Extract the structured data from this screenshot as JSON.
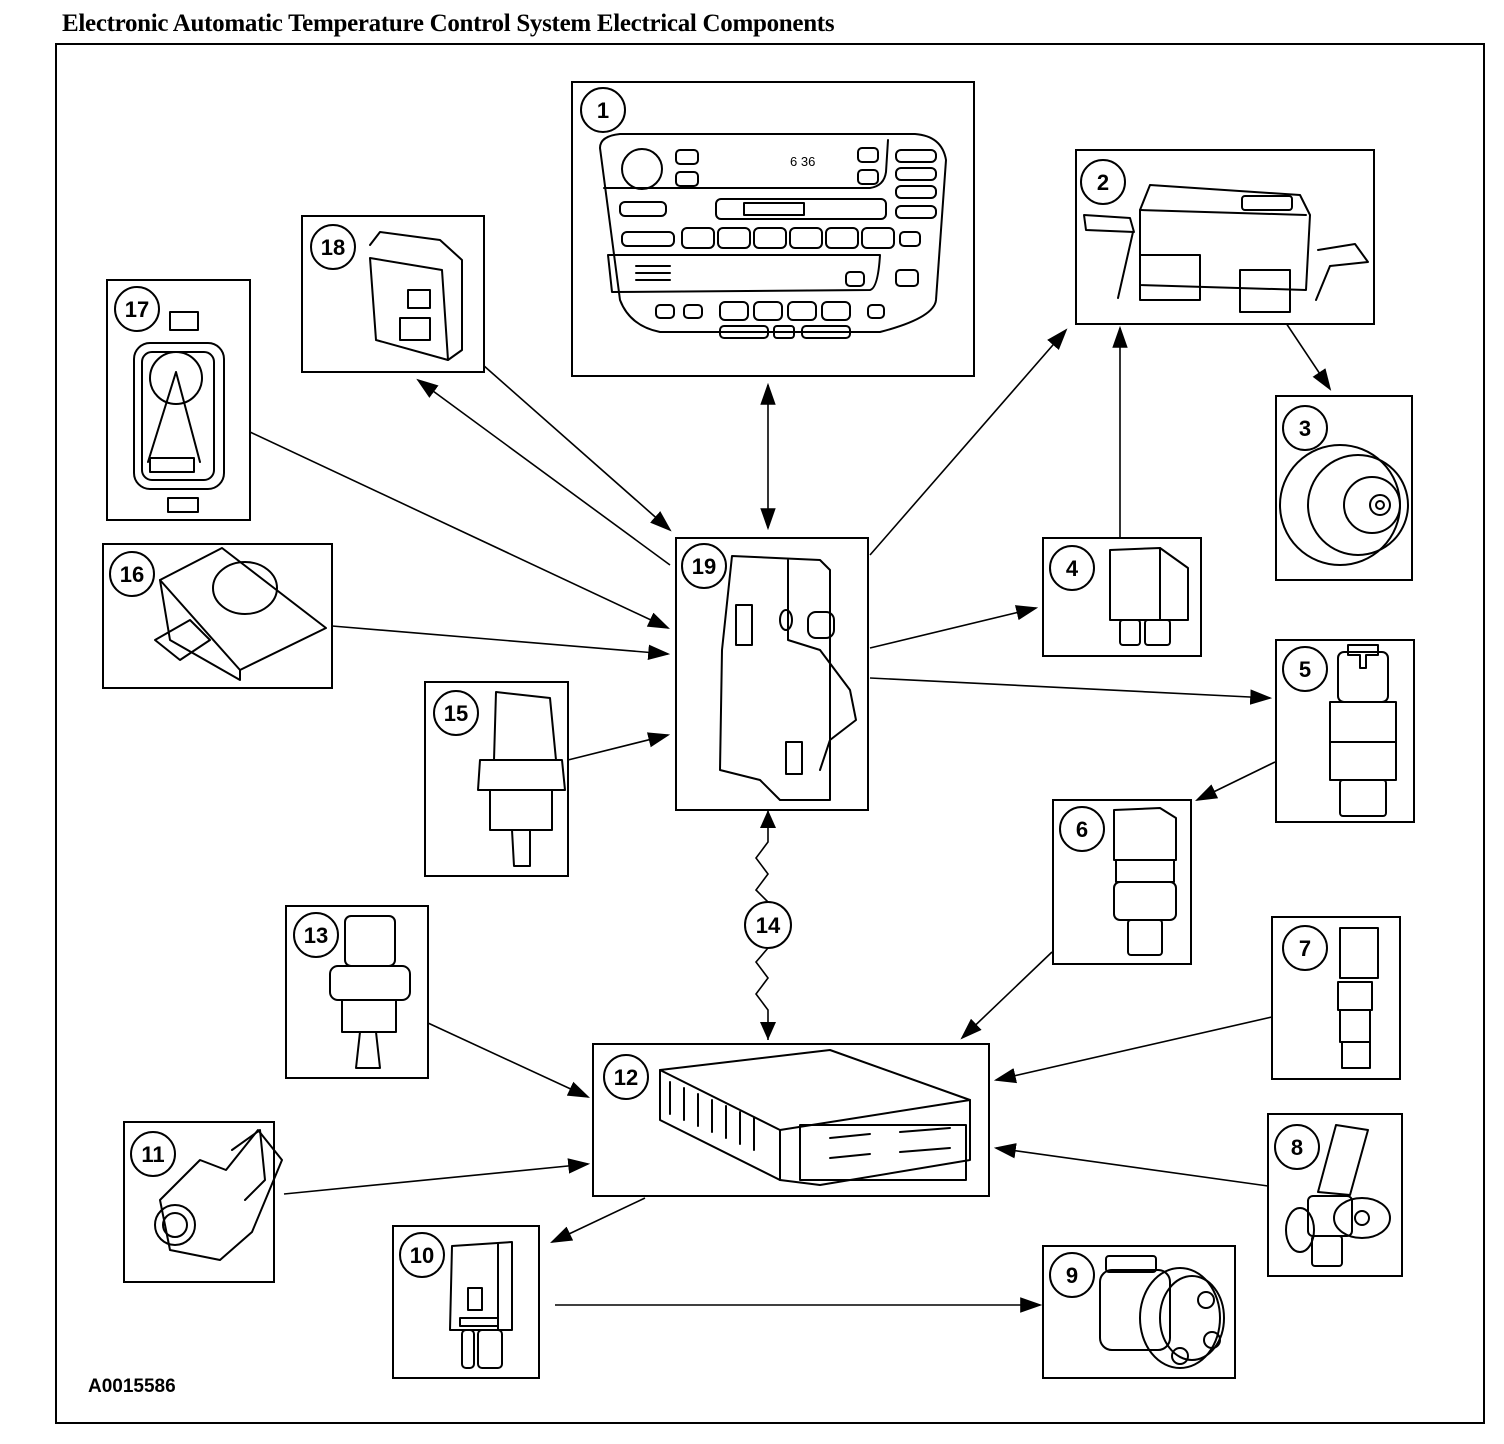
{
  "title": "Electronic Automatic Temperature Control System Electrical Components",
  "figure_id": "A0015586",
  "display_readout": "6 36",
  "components": [
    {
      "id": "1",
      "label": "1",
      "kind": "control-panel"
    },
    {
      "id": "2",
      "label": "2",
      "kind": "blower-control-module"
    },
    {
      "id": "3",
      "label": "3",
      "kind": "blower-motor"
    },
    {
      "id": "4",
      "label": "4",
      "kind": "relay"
    },
    {
      "id": "5",
      "label": "5",
      "kind": "pressure-switch"
    },
    {
      "id": "6",
      "label": "6",
      "kind": "pressure-switch"
    },
    {
      "id": "7",
      "label": "7",
      "kind": "speed-sensor"
    },
    {
      "id": "8",
      "label": "8",
      "kind": "position-sensor"
    },
    {
      "id": "9",
      "label": "9",
      "kind": "ac-compressor"
    },
    {
      "id": "10",
      "label": "10",
      "kind": "relay"
    },
    {
      "id": "11",
      "label": "11",
      "kind": "throttle-position-sensor"
    },
    {
      "id": "12",
      "label": "12",
      "kind": "powertrain-control-module"
    },
    {
      "id": "13",
      "label": "13",
      "kind": "temperature-sensor"
    },
    {
      "id": "14",
      "label": "14",
      "kind": "communication-link"
    },
    {
      "id": "15",
      "label": "15",
      "kind": "temperature-sensor"
    },
    {
      "id": "16",
      "label": "16",
      "kind": "sunload-sensor"
    },
    {
      "id": "17",
      "label": "17",
      "kind": "in-car-temperature-sensor"
    },
    {
      "id": "18",
      "label": "18",
      "kind": "actuator"
    },
    {
      "id": "19",
      "label": "19",
      "kind": "control-module"
    }
  ],
  "connections": [
    {
      "from": "19",
      "to": "1",
      "direction": "both"
    },
    {
      "from": "19",
      "to": "18",
      "direction": "both"
    },
    {
      "from": "17",
      "to": "19",
      "direction": "forward"
    },
    {
      "from": "16",
      "to": "19",
      "direction": "forward"
    },
    {
      "from": "15",
      "to": "19",
      "direction": "forward"
    },
    {
      "from": "19",
      "to": "2",
      "direction": "forward"
    },
    {
      "from": "4",
      "to": "2",
      "direction": "forward"
    },
    {
      "from": "2",
      "to": "3",
      "direction": "forward"
    },
    {
      "from": "19",
      "to": "4",
      "direction": "forward"
    },
    {
      "from": "19",
      "to": "5",
      "direction": "forward"
    },
    {
      "from": "5",
      "to": "6",
      "direction": "forward"
    },
    {
      "from": "19",
      "to": "12",
      "direction": "both",
      "via": "14"
    },
    {
      "from": "6",
      "to": "12",
      "direction": "forward"
    },
    {
      "from": "7",
      "to": "12",
      "direction": "forward"
    },
    {
      "from": "8",
      "to": "12",
      "direction": "forward"
    },
    {
      "from": "13",
      "to": "12",
      "direction": "forward"
    },
    {
      "from": "11",
      "to": "12",
      "direction": "forward"
    },
    {
      "from": "12",
      "to": "10",
      "direction": "forward"
    },
    {
      "from": "10",
      "to": "9",
      "direction": "forward"
    }
  ]
}
